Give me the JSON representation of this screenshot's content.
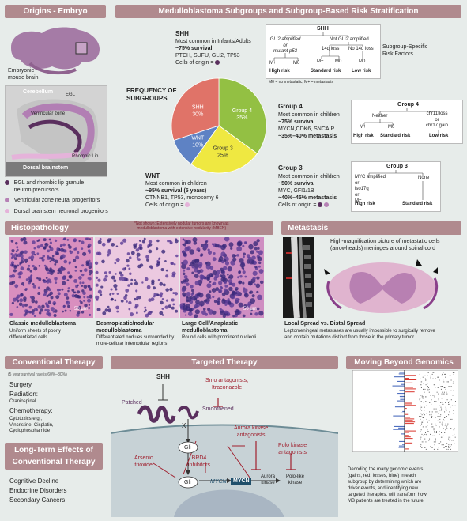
{
  "headers": {
    "origins": "Origins - Embryo",
    "main": "Medulloblastoma Subgroups and Subgroup-Based Risk Stratification",
    "histo": "Histopathology",
    "metastasis": "Metastasis",
    "conventional": "Conventional Therapy",
    "targeted": "Targeted Therapy",
    "genomics": "Moving Beyond Genomics",
    "longterm": "Long-Term Effects of Conventional Therapy"
  },
  "origins": {
    "embryonic_label": "Embryonic\nmouse brain",
    "cerebellum": "Cerebellum",
    "egl": "EGL",
    "ventricular": "Ventricular zone",
    "rhombic": "Rhombic Lip",
    "brainstem": "Dorsal brainstem",
    "legend": [
      {
        "text": "EGL and rhombic lip granule\nneuron precursors",
        "color": "#5a2f5e"
      },
      {
        "text": "Ventricular zone neural progenitors",
        "color": "#b681b5"
      },
      {
        "text": "Dorsal brainstem neuronal progenitors",
        "color": "#e5b3da"
      }
    ]
  },
  "chart_data": {
    "type": "pie",
    "title": "FREQUENCY OF\nSUBGROUPS",
    "slices": [
      {
        "label": "Group 4",
        "value": 35,
        "text": "35%",
        "color": "#93c043"
      },
      {
        "label": "Group 3",
        "value": 25,
        "text": "25%",
        "color": "#efe841"
      },
      {
        "label": "WNT",
        "value": 10,
        "text": "10%",
        "color": "#5e82c4"
      },
      {
        "label": "SHH",
        "value": 30,
        "text": "30%",
        "color": "#e07368"
      }
    ]
  },
  "shh": {
    "title": "SHH",
    "lines": [
      "Most common in Infants/Adults",
      "~75% survival",
      "PTCH, SUFU, GLI2, TP53",
      "Cells of origin ="
    ],
    "tree_title": "SHH",
    "left": "GLI2 amplified\nor\nmutant p53",
    "right": "Not GLI2 amplified",
    "l14": "14q loss",
    "n14": "No 14q loss",
    "m_plus": "M+",
    "m_zero": "M0",
    "high": "High risk",
    "standard": "Standard risk",
    "low": "Low risk",
    "note": "M0 = no metastatic; M+ = metastasis",
    "factors": "Subgroup-Specific\nRisk Factors"
  },
  "wnt": {
    "title": "WNT",
    "lines": [
      "Most common in children",
      "~95% survival (5 years)",
      "CTNNB1, TP53, monosomy 6",
      "Cells of origin ="
    ]
  },
  "g4": {
    "title": "Group 4",
    "lines": [
      "Most common in children",
      "~75% survival",
      "MYCN,CDK6, SNCAIP",
      "~35%–40% metastasis"
    ],
    "tree_title": "Group 4",
    "neither": "Neither",
    "chr11": "chr11 loss\nor\nchr17 gain",
    "m_plus": "M+",
    "m_zero": "M0",
    "high": "High risk",
    "standard": "Standard risk",
    "low": "Low risk"
  },
  "g3": {
    "title": "Group 3",
    "lines": [
      "Most common in children",
      "~50% survival",
      "MYC, GFI1/1B",
      "~40%–45% metastasis",
      "Cells of origin ="
    ],
    "tree_title": "Group 3",
    "myc": "MYC amplified\nor\niso17q\nor\nM+",
    "none": "None",
    "high": "High risk",
    "standard": "Standard risk"
  },
  "histo": {
    "note": "*Not shown: Extensively nodular tumors are known as\nmedulloblastoma with extensive nodularity (MBEN)",
    "scale": "50 μm",
    "items": [
      {
        "title": "Classic medulloblastoma",
        "desc": "Uniform sheets of poorly\ndifferentiated cells"
      },
      {
        "title": "Desmoplastic/nodular\nmedulloblastoma",
        "desc": "Differentiated nodules surrounded by\nmore-cellular internodular regions"
      },
      {
        "title": "Large Cell/Anaplastic\nmedulloblastoma",
        "desc": "Round cells with prominent nucleoli"
      }
    ]
  },
  "metastasis": {
    "caption": "High-magnification picture of metastatic cells\n(arrowheads) meninges around spinal cord",
    "title": "Local Spread vs. Distal Spread",
    "desc": "Leptomeningeal metastases are usually impossible to surgically remove\nand contain mutations distinct from those in the primary tumor."
  },
  "conventional": {
    "survival": "(5 year survival rate is 60%–80%)",
    "surgery": "Surgery",
    "radiation": "Radiation:",
    "radiation_detail": "Craniospinal",
    "chemo": "Chemotherapy:",
    "chemo_detail": "Cytotoxics e.g.,\nVincristine, Cisplatin,\nCyclophosphamide"
  },
  "longterm": {
    "items": [
      "Cognitive Decline",
      "Endocrine Disorders",
      "Secondary Cancers"
    ]
  },
  "targeted": {
    "shh": "SHH",
    "patched": "Patched",
    "smo_antag": "Smo antagonists,\nItraconazole",
    "smoothened": "Smoothened",
    "gli": "Gli",
    "x": "X",
    "arsenic": "Arsenic\ntrioxide",
    "brd4": "BRD4\ninhibitors",
    "aurora_antag": "Aurora kinase\nantagonists",
    "polo_antag": "Polo kinase\nantagonists",
    "mycn_italic": "MYCN",
    "mycn_box": "MYCN",
    "aurora": "Aurora\nkinase",
    "polo": "Polo-like\nkinase"
  },
  "genomics": {
    "text": "Decoding the many genomic events\n(gains, red; losses, blue) in each\nsubgroup by determining which are\ndriver events, and identifying new\ntargeted therapies, will transform how\nMB patients are treated in the future."
  }
}
